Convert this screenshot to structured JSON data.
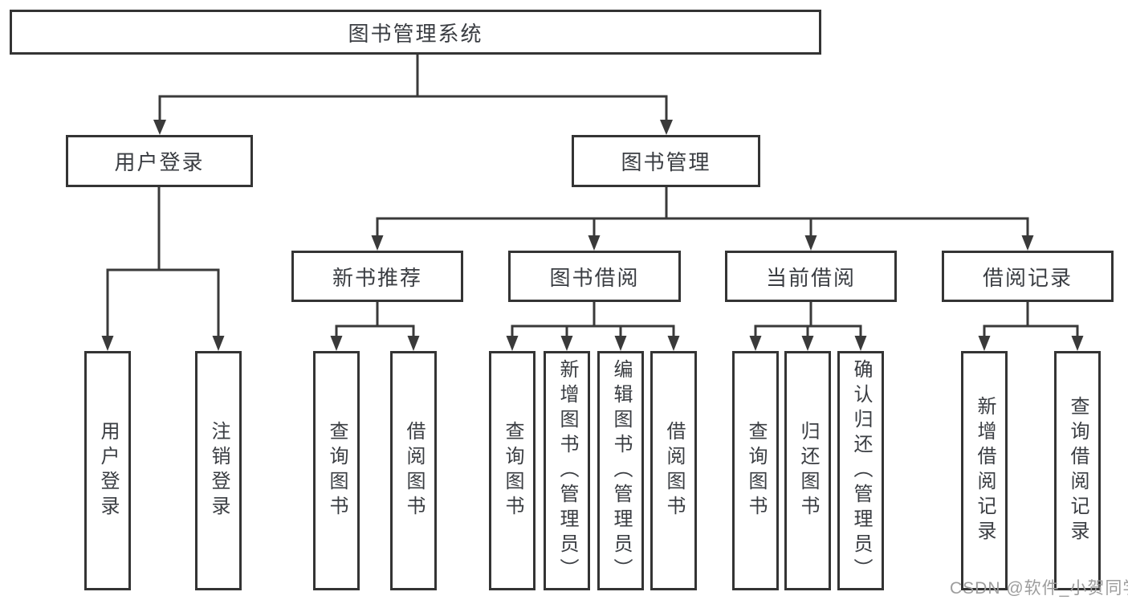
{
  "diagram": {
    "root": {
      "label": "图书管理系统"
    },
    "level2": [
      {
        "label": "用户登录",
        "children": [
          {
            "label": "用户登录"
          },
          {
            "label": "注销登录"
          }
        ]
      },
      {
        "label": "图书管理",
        "children": [
          {
            "label": "新书推荐",
            "children": [
              {
                "label": "查询图书"
              },
              {
                "label": "借阅图书"
              }
            ]
          },
          {
            "label": "图书借阅",
            "children": [
              {
                "label": "查询图书"
              },
              {
                "label": "新增图书（管理员）"
              },
              {
                "label": "编辑图书（管理员）"
              },
              {
                "label": "借阅图书"
              }
            ]
          },
          {
            "label": "当前借阅",
            "children": [
              {
                "label": "查询图书"
              },
              {
                "label": "归还图书"
              },
              {
                "label": "确认归还（管理员）"
              }
            ]
          },
          {
            "label": "借阅记录",
            "children": [
              {
                "label": "新增借阅记录"
              },
              {
                "label": "查询借阅记录"
              }
            ]
          }
        ]
      }
    ],
    "watermark": "CSDN @软件_小贺同学",
    "colors": {
      "line": "#3a3a3a",
      "box_border": "#343434",
      "text": "#3a3d42",
      "watermark": "#9d9d9d",
      "background": "#ffffff"
    }
  }
}
